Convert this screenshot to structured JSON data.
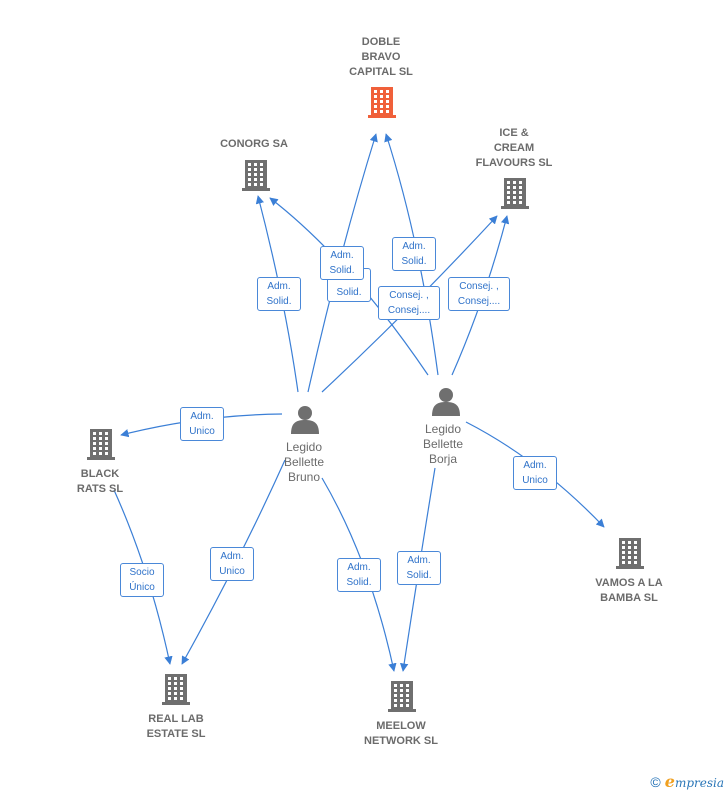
{
  "nodes": {
    "doble_bravo": {
      "label": "DOBLE\nBRAVO\nCAPITAL  SL",
      "type": "company",
      "highlight": true
    },
    "conorg": {
      "label": "CONORG SA",
      "type": "company"
    },
    "ice_cream": {
      "label": "ICE &\nCREAM\nFLAVOURS  SL",
      "type": "company"
    },
    "black_rats": {
      "label": "BLACK\nRATS SL",
      "type": "company"
    },
    "legido_bruno": {
      "label": "Legido\nBellette\nBruno",
      "type": "person"
    },
    "legido_borja": {
      "label": "Legido\nBellette\nBorja",
      "type": "person"
    },
    "vamos_bamba": {
      "label": "VAMOS A LA\nBAMBA  SL",
      "type": "company"
    },
    "real_lab": {
      "label": "REAL LAB\nESTATE SL",
      "type": "company"
    },
    "meelow": {
      "label": "MEELOW\nNETWORK SL",
      "type": "company"
    }
  },
  "edge_labels": {
    "bruno_conorg": "Adm.\nSolid.",
    "bruno_doble_a": "Adm.\nSolid.",
    "bruno_doble_b": "Solid.",
    "borja_doble": "Adm.\nSolid.",
    "consej_1": "Consej. ,\nConsej....",
    "consej_2": "Consej. ,\nConsej....",
    "bruno_black": "Adm.\nUnico",
    "black_real": "Socio\nÚnico",
    "bruno_real": "Adm.\nUnico",
    "bruno_meelow": "Adm.\nSolid.",
    "borja_meelow": "Adm.\nSolid.",
    "borja_vamos": "Adm.\nUnico"
  },
  "colors": {
    "edge": "#3b7fd6",
    "building": "#6f6f6f",
    "building_highlight": "#f0603a",
    "person": "#6f6f6f"
  },
  "footer": {
    "copyright": "©",
    "brand_e": "e",
    "brand_rest": "mpresia"
  }
}
